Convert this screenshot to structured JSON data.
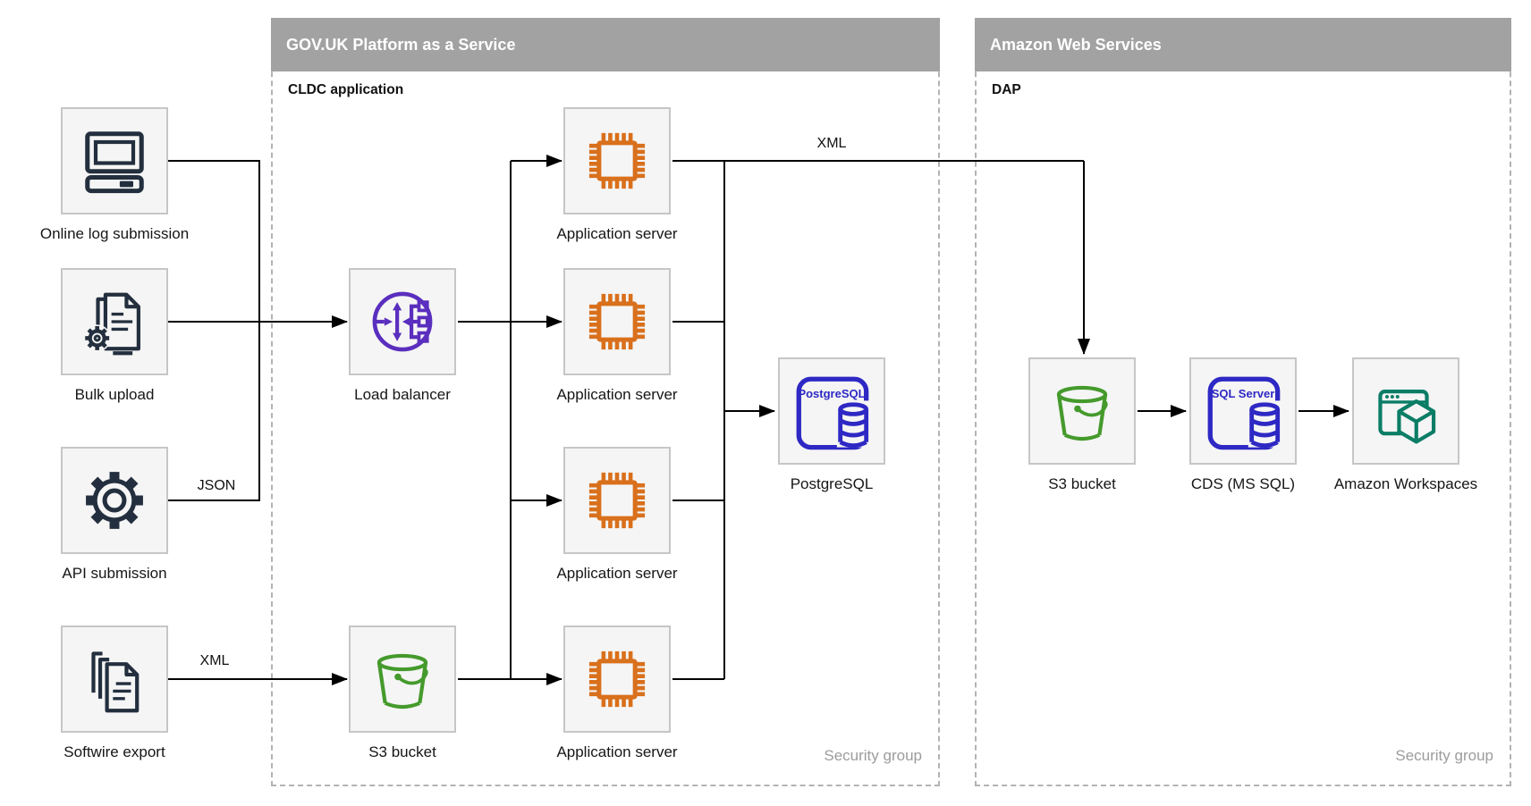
{
  "containers": {
    "govuk": {
      "title": "GOV.UK Platform as a Service",
      "sublabel": "CLDC application",
      "footer": "Security group"
    },
    "aws": {
      "title": "Amazon Web Services",
      "sublabel": "DAP",
      "footer": "Security group"
    }
  },
  "nodes": {
    "online": {
      "label": "Online log submission",
      "icon": "desktop-computer-icon"
    },
    "bulk": {
      "label": "Bulk upload",
      "icon": "documents-gear-icon"
    },
    "api": {
      "label": "API submission",
      "icon": "gear-icon"
    },
    "softwire": {
      "label": "Softwire export",
      "icon": "documents-stack-icon"
    },
    "lb": {
      "label": "Load balancer",
      "icon": "load-balancer-icon"
    },
    "s3_govuk": {
      "label": "S3 bucket",
      "icon": "s3-bucket-icon"
    },
    "app1": {
      "label": "Application server",
      "icon": "chip-icon"
    },
    "app2": {
      "label": "Application server",
      "icon": "chip-icon"
    },
    "app3": {
      "label": "Application server",
      "icon": "chip-icon"
    },
    "app4": {
      "label": "Application server",
      "icon": "chip-icon"
    },
    "postgres": {
      "label": "PostgreSQL",
      "badge": "PostgreSQL",
      "icon": "postgresql-database-icon"
    },
    "s3_aws": {
      "label": "S3 bucket",
      "icon": "s3-bucket-icon"
    },
    "cds": {
      "label": "CDS (MS SQL)",
      "badge": "SQL Server",
      "icon": "sql-server-database-icon"
    },
    "workspaces": {
      "label": "Amazon Workspaces",
      "icon": "workspaces-icon"
    }
  },
  "edge_labels": {
    "json": "JSON",
    "xml_left": "XML",
    "xml_top": "XML"
  },
  "colors": {
    "icon_navy": "#232F3E",
    "icon_orange": "#D9701C",
    "icon_purple": "#5A2EBE",
    "icon_green": "#459A2C",
    "icon_blue": "#2E28C4",
    "icon_teal": "#0B7D66",
    "header_bg": "#A2A2A2",
    "header_text": "#FFFFFF",
    "node_bg": "#F5F5F5",
    "node_border": "#C6C6C6",
    "dashed_border": "#B3B3B3",
    "security_text": "#9C9C9C",
    "line": "#000000"
  }
}
